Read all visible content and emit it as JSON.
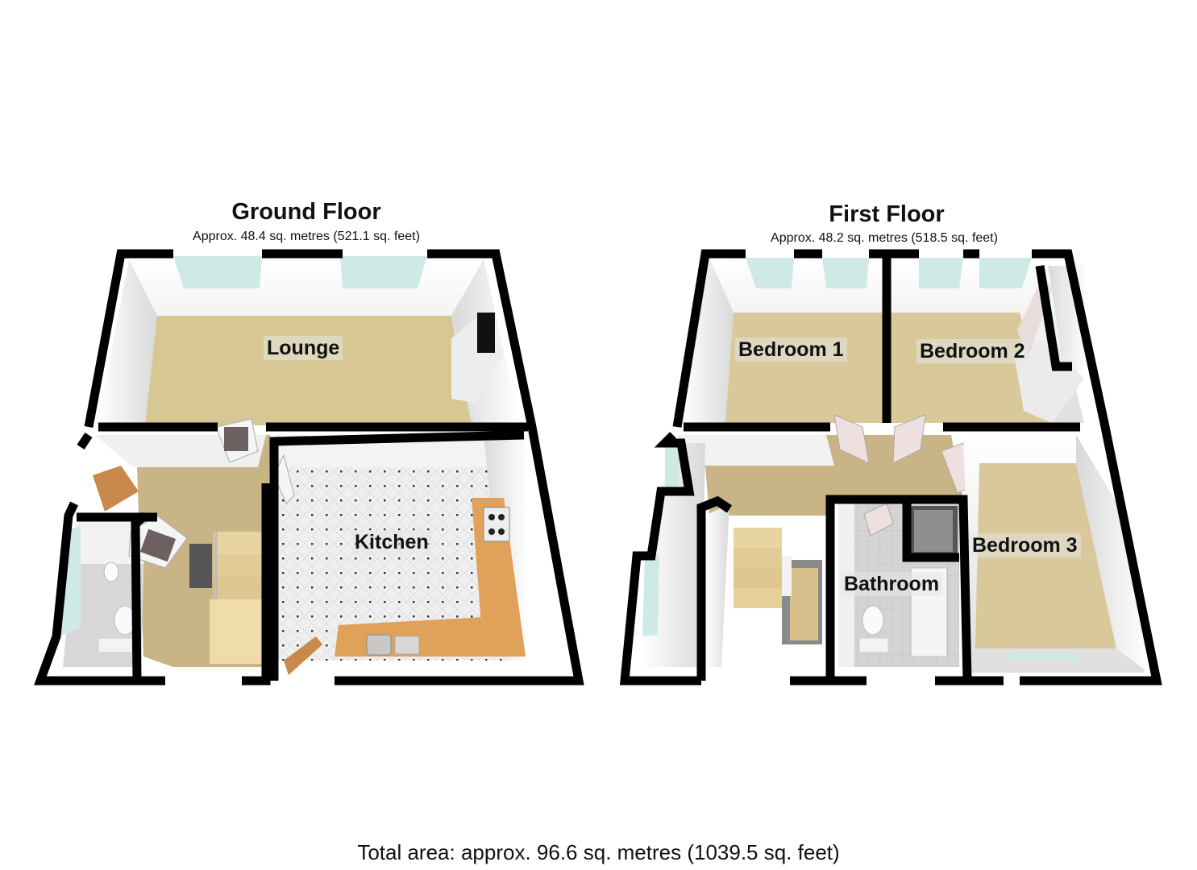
{
  "floors": [
    {
      "title": "Ground Floor",
      "area": "Approx. 48.4 sq. metres (521.1 sq. feet)",
      "rooms": [
        {
          "label": "Lounge"
        },
        {
          "label": "Kitchen"
        }
      ]
    },
    {
      "title": "First Floor",
      "area": "Approx. 48.2 sq. metres (518.5 sq. feet)",
      "rooms": [
        {
          "label": "Bedroom 1"
        },
        {
          "label": "Bedroom 2"
        },
        {
          "label": "Bedroom 3"
        },
        {
          "label": "Bathroom"
        }
      ]
    }
  ],
  "total_area": "Total area: approx. 96.6 sq. metres (1039.5 sq. feet)",
  "colors": {
    "wall": "#000000",
    "carpet": "#d8c89a",
    "hall_floor": "#c9b486",
    "inner_wall": "#f2f2f2",
    "window": "#cfe9e6",
    "worktop": "#e0a25a",
    "tile": "#ececec",
    "door": "#c8894a"
  }
}
